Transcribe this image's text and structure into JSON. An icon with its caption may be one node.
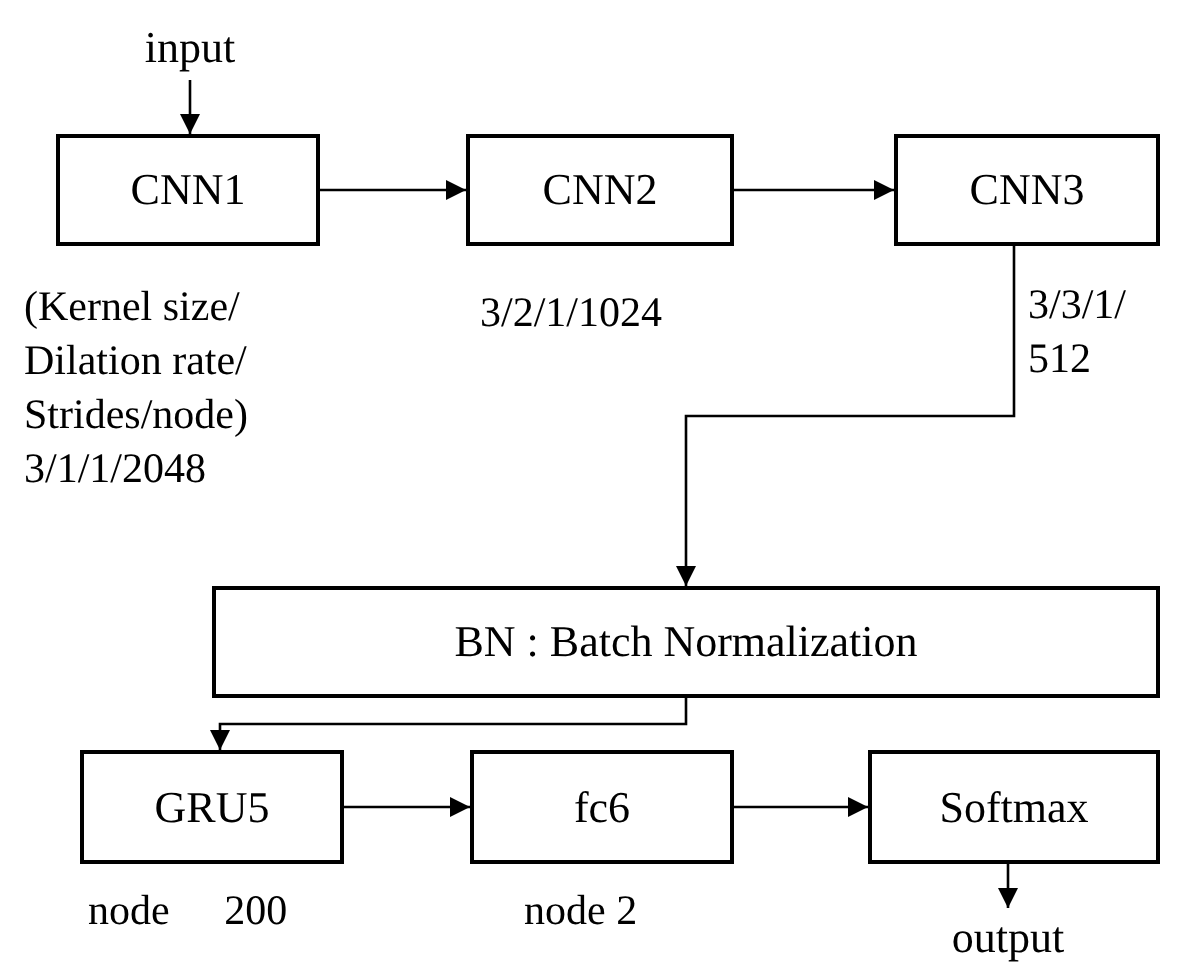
{
  "diagram": {
    "nodes": [
      {
        "text": [
          "input"
        ]
      },
      {
        "text": [
          "CNN1"
        ],
        "beside": [
          "(Kernel size/ Dilation rate/ Strides/node)",
          "3/1/1/2048"
        ]
      },
      {
        "text": [
          "CNN2"
        ],
        "beside": [
          "3/2/1/1024"
        ]
      },
      {
        "text": [
          "CNN3"
        ],
        "beside": [
          "3/3/1/ 512"
        ]
      },
      {
        "text": [
          "BN : Batch Normalization"
        ]
      },
      {
        "text": [
          "GRU5"
        ],
        "beside": [
          "node 200"
        ]
      },
      {
        "text": [
          "fc6"
        ],
        "beside": [
          "node 2"
        ]
      },
      {
        "text": [
          "Softmax"
        ]
      },
      {
        "text": [
          "output"
        ]
      }
    ],
    "edges": [
      {
        "from": 0,
        "to": 1,
        "arrow": "to"
      },
      {
        "from": 1,
        "to": 2,
        "arrow": "to"
      },
      {
        "from": 2,
        "to": 3,
        "arrow": "to"
      },
      {
        "from": 3,
        "to": 4,
        "arrow": "to"
      },
      {
        "from": 4,
        "to": 5,
        "arrow": "to"
      },
      {
        "from": 5,
        "to": 6,
        "arrow": "to"
      },
      {
        "from": 6,
        "to": 7,
        "arrow": "to"
      },
      {
        "from": 7,
        "to": 8,
        "arrow": "to"
      }
    ]
  }
}
